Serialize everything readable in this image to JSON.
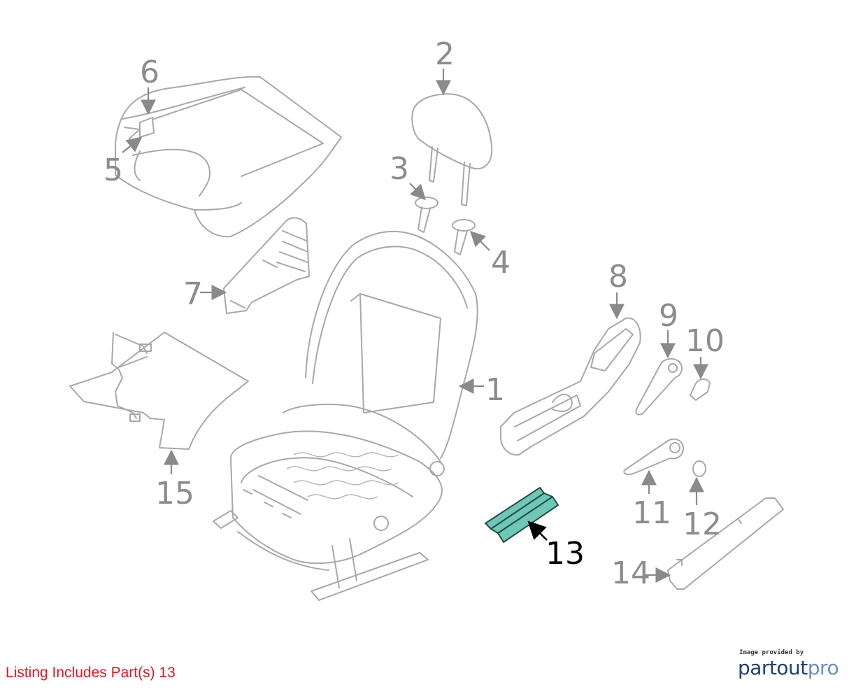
{
  "callouts": [
    "1",
    "2",
    "3",
    "4",
    "5",
    "6",
    "7",
    "8",
    "9",
    "10",
    "11",
    "12",
    "13",
    "14",
    "15"
  ],
  "highlighted_part": "13",
  "highlight_color": "#6fc7b8",
  "listing_note": "Listing Includes Part(s) 13",
  "provider": {
    "caption": "Image provided by",
    "logo_part1": "partout",
    "logo_part2": "pro",
    "logo_color1": "#1e3f73",
    "logo_color2": "#6a8ec9"
  },
  "note_color": "#e8141c"
}
